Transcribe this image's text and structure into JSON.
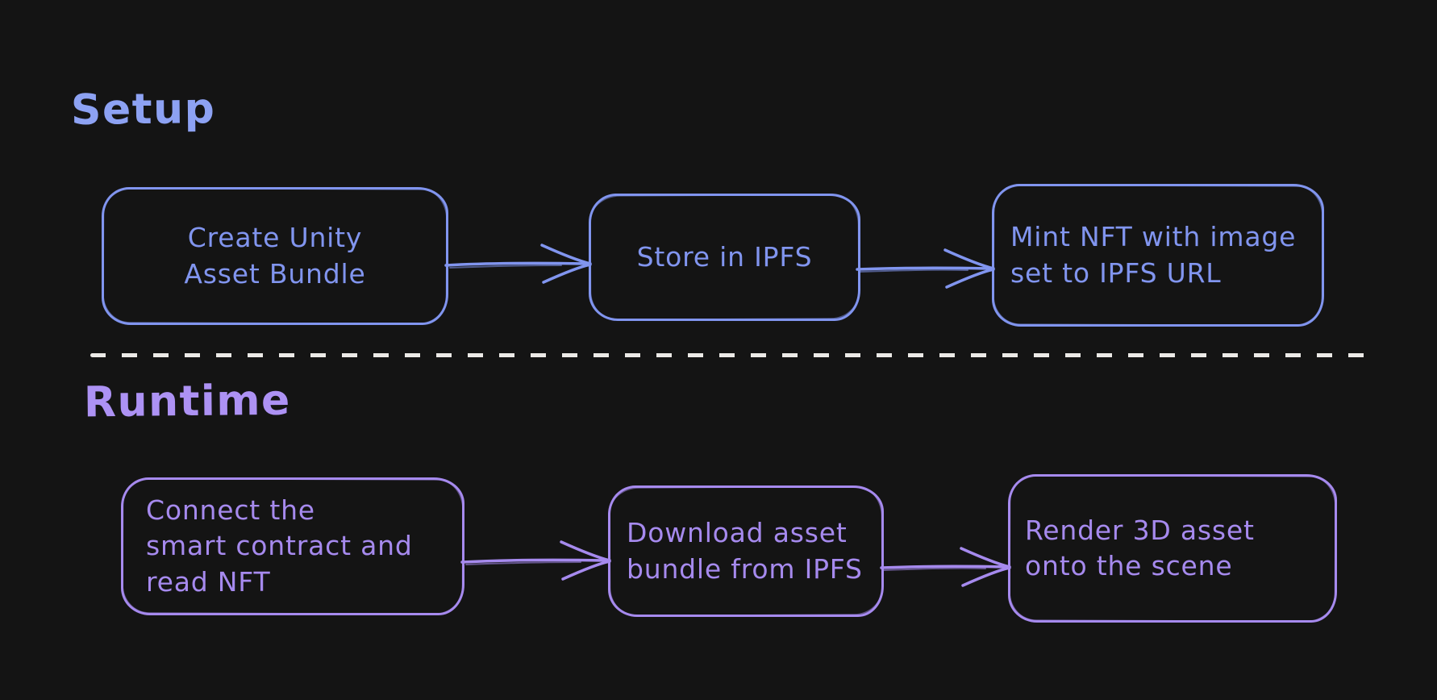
{
  "diagram": {
    "background": "#141414",
    "separator_color": "#ECEAE7",
    "sections": [
      {
        "id": "setup",
        "title": "Setup",
        "color": "#8195EF",
        "title_color": "#8DA2F3",
        "nodes": [
          {
            "id": "create-unity-asset-bundle",
            "label": "Create Unity\nAsset Bundle"
          },
          {
            "id": "store-in-ipfs",
            "label": "Store in IPFS"
          },
          {
            "id": "mint-nft-ipfs-url",
            "label": "Mint NFT with image\nset to IPFS URL"
          }
        ]
      },
      {
        "id": "runtime",
        "title": "Runtime",
        "color": "#A68AEE",
        "title_color": "#AD92F4",
        "nodes": [
          {
            "id": "connect-smart-contract",
            "label": "Connect the\nsmart contract and\nread NFT"
          },
          {
            "id": "download-asset-bundle",
            "label": "Download asset\nbundle from IPFS"
          },
          {
            "id": "render-3d-asset",
            "label": "Render 3D asset\nonto the scene"
          }
        ]
      }
    ]
  }
}
